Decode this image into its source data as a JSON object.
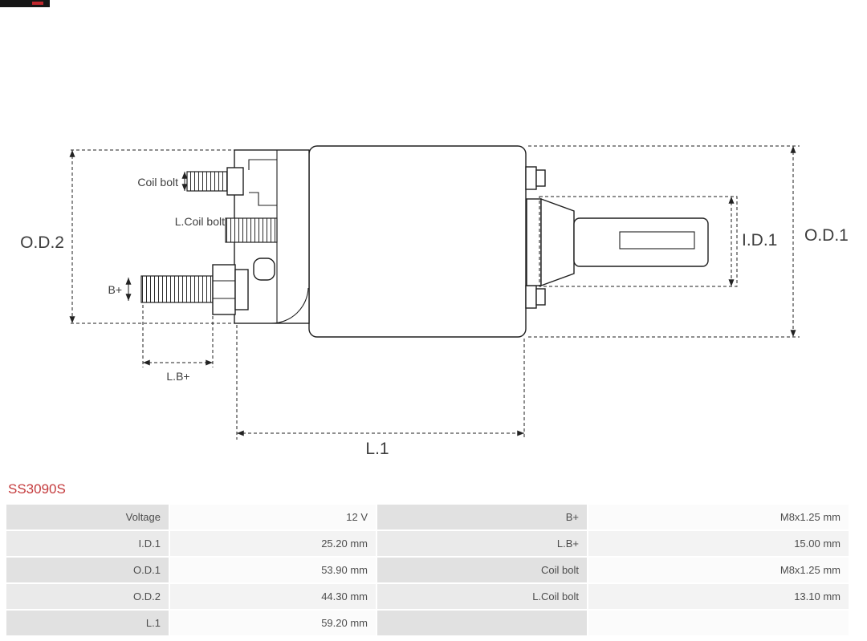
{
  "logo": {
    "bg": "#161616",
    "accent": "#c0272d"
  },
  "part": {
    "number": "SS3090S",
    "color": "#c43a3c"
  },
  "diagram": {
    "line_color": "#1f1f1f",
    "label_color": "#3d3d3d",
    "labels": {
      "od2": "O.D.2",
      "od1": "O.D.1",
      "id1": "I.D.1",
      "coil_bolt": "Coil bolt",
      "l_coil_bolt": "L.Coil bolt",
      "b_plus": "B+",
      "l_b_plus": "L.B+",
      "l1": "L.1"
    }
  },
  "spec_table": {
    "rows": [
      {
        "label_left": "Voltage",
        "value_left": "12 V",
        "label_right": "B+",
        "value_right": "M8x1.25 mm"
      },
      {
        "label_left": "I.D.1",
        "value_left": "25.20 mm",
        "label_right": "L.B+",
        "value_right": "15.00 mm"
      },
      {
        "label_left": "O.D.1",
        "value_left": "53.90 mm",
        "label_right": "Coil bolt",
        "value_right": "M8x1.25 mm"
      },
      {
        "label_left": "O.D.2",
        "value_left": "44.30 mm",
        "label_right": "L.Coil bolt",
        "value_right": "13.10 mm"
      },
      {
        "label_left": "L.1",
        "value_left": "59.20 mm",
        "label_right": "",
        "value_right": ""
      }
    ]
  }
}
